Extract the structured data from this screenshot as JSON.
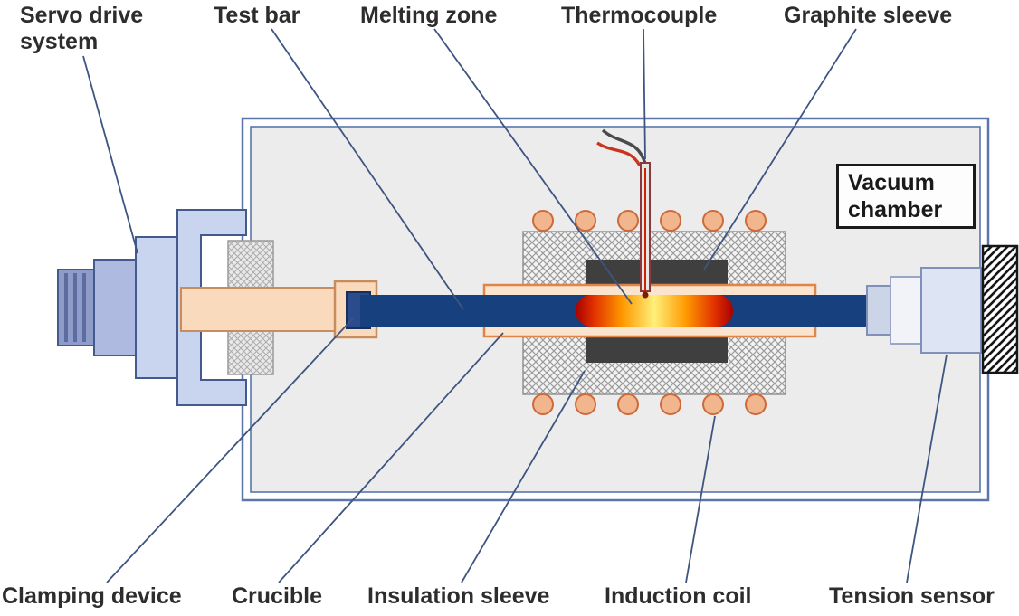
{
  "figure": {
    "type": "schematic-diagram",
    "subject": "Vacuum induction melting tensile test apparatus"
  },
  "labels": {
    "servo_drive": "Servo drive system",
    "test_bar": "Test bar",
    "melting_zone": "Melting zone",
    "thermocouple": "Thermocouple",
    "graphite_sleeve": "Graphite sleeve",
    "vacuum_chamber": "Vacuum chamber",
    "clamping_device": "Clamping device",
    "crucible": "Crucible",
    "insulation_sleeve": "Insulation sleeve",
    "induction_coil": "Induction coil",
    "tension_sensor": "Tension sensor"
  },
  "colors": {
    "chamber_fill": "#ececec",
    "chamber_border": "#5a76ad",
    "test_bar": "#16407e",
    "rod_fill": "#f9dabc",
    "rod_border": "#c98c5e",
    "coil_fill": "#f2b68f",
    "coil_border": "#cd6a3a",
    "servo_fill": "#c9d4ee",
    "servo_border": "#44598c",
    "graphite": "#3f3f3f",
    "crucible_fill": "#fbe4cd",
    "crucible_border": "#e08448",
    "melt_center": "#ffef7a",
    "melt_edge": "#a80000",
    "leader_line": "#3d5580",
    "label_text": "#2d2d2d"
  }
}
